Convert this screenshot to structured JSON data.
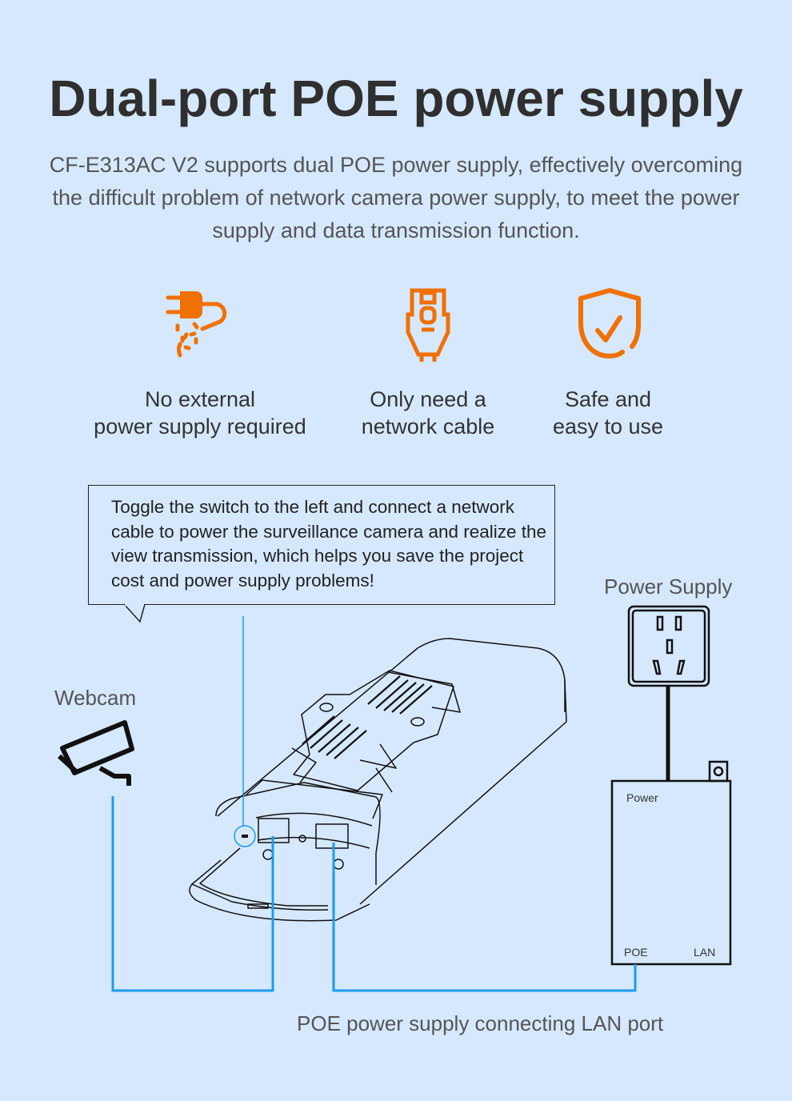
{
  "title": "Dual-port POE power supply",
  "subtitle": "CF-E313AC V2 supports dual POE power supply, effectively overcoming the difficult problem of network camera power supply, to meet the power supply and data transmission function.",
  "features": [
    {
      "icon": "unplugged-icon",
      "line1": "No external",
      "line2": "power supply required"
    },
    {
      "icon": "ethernet-plug-icon",
      "line1": "Only need a",
      "line2": "network cable"
    },
    {
      "icon": "shield-check-icon",
      "line1": "Safe and",
      "line2": "easy to use"
    }
  ],
  "callout": "Toggle the switch to the left and connect a network cable to power the surveillance camera and realize the view transmission, which helps you save the project cost and power supply problems!",
  "labels": {
    "webcam": "Webcam",
    "power_supply": "Power Supply",
    "adapter_power": "Power",
    "adapter_poe": "POE",
    "adapter_lan": "LAN",
    "bottom": "POE power supply connecting LAN port"
  },
  "colors": {
    "background": "#d6e8fd",
    "accent": "#f07000",
    "cable": "#1a9cf0"
  }
}
